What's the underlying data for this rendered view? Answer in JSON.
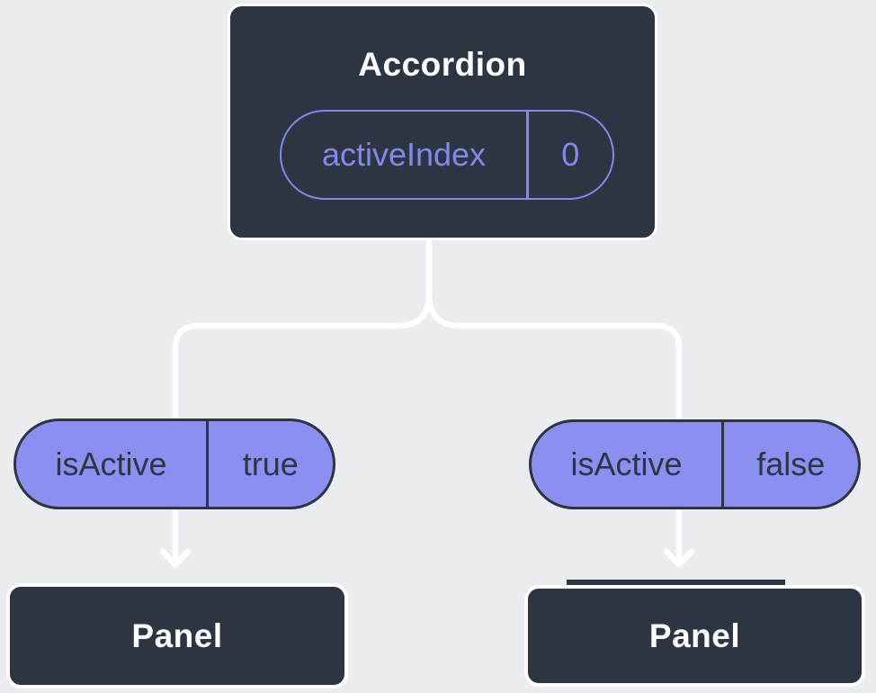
{
  "title": "Accordion component tree diagram",
  "colors": {
    "background": "#ebecef",
    "node_dark": "#2d3442",
    "node_border": "#ffffff",
    "pill_fill": "#8a8ff0",
    "pill_outline": "#8289ec",
    "pill_text_dark": "#2d3442",
    "connector": "#ffffff",
    "title_text": "#fdfdfe"
  },
  "nodes": {
    "accordion": {
      "title": "Accordion",
      "prop": {
        "name": "activeIndex",
        "value": "0"
      }
    },
    "panel_left": {
      "state": {
        "name": "isActive",
        "value": "true"
      },
      "title": "Panel"
    },
    "panel_right": {
      "state": {
        "name": "isActive",
        "value": "false"
      },
      "title": "Panel"
    }
  }
}
